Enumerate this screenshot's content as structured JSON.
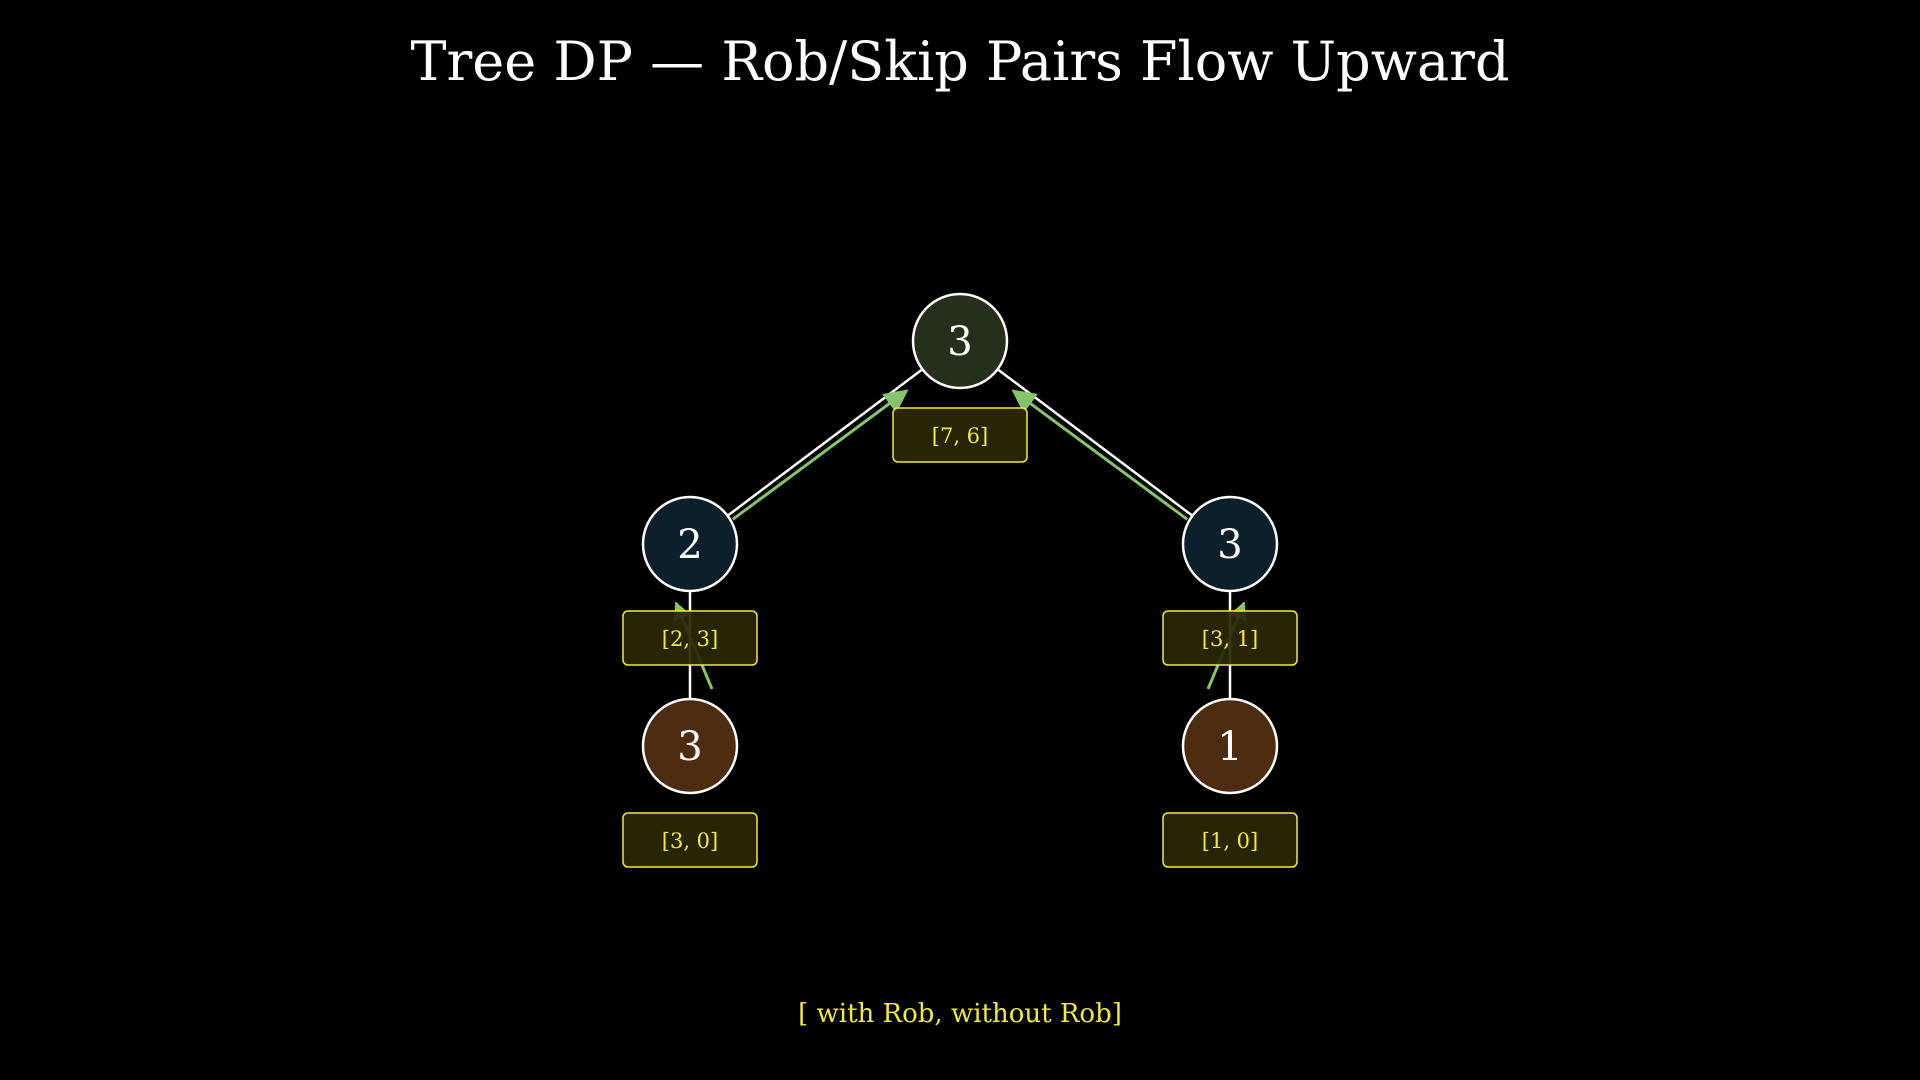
{
  "title": "Tree DP — Rob/Skip Pairs Flow Upward",
  "legend": "[ with Rob, without Rob]",
  "colors": {
    "background": "#000000",
    "edge": "#ffffff",
    "arrow": "#85c46a",
    "pair_text": "#f2ea3a",
    "pair_border": "#f2ea3a",
    "pair_fill": "#2a2806",
    "root_fill": "#24301c",
    "internal_fill": "#0e1f2c",
    "leaf_fill": "#4d2c10",
    "node_stroke": "#ffffff"
  },
  "nodes": [
    {
      "id": "root",
      "value": "3",
      "pair": "[7, 6]",
      "kind": "root"
    },
    {
      "id": "left",
      "value": "2",
      "pair": "[2, 3]",
      "kind": "internal"
    },
    {
      "id": "right",
      "value": "3",
      "pair": "[3, 1]",
      "kind": "internal"
    },
    {
      "id": "left-leaf",
      "value": "3",
      "pair": "[3, 0]",
      "kind": "leaf"
    },
    {
      "id": "right-leaf",
      "value": "1",
      "pair": "[1, 0]",
      "kind": "leaf"
    }
  ],
  "edges": [
    {
      "from": "left",
      "to": "root"
    },
    {
      "from": "right",
      "to": "root"
    },
    {
      "from": "left-leaf",
      "to": "left"
    },
    {
      "from": "right-leaf",
      "to": "right"
    }
  ]
}
